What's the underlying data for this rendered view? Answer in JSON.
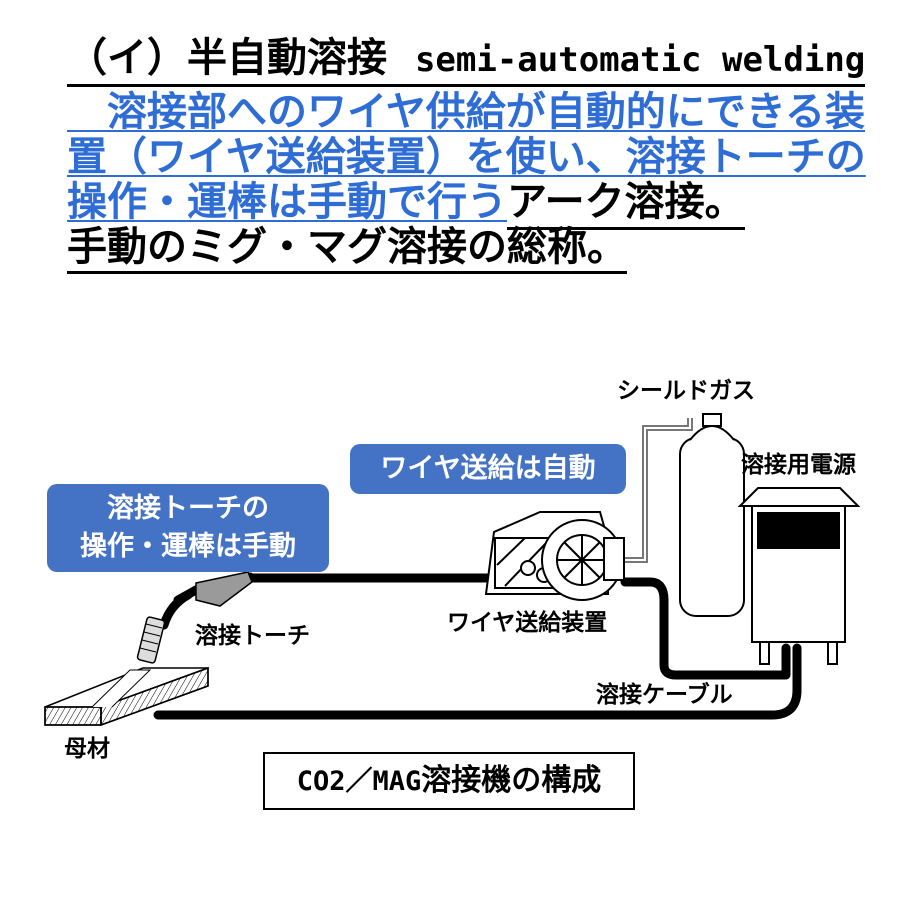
{
  "heading": {
    "label_ja": "（イ）半自動溶接",
    "label_en": "semi-automatic welding"
  },
  "definition": {
    "blue_line1": "　溶接部へのワイヤ供給が自動的にできる装",
    "blue_line2": "置（ワイヤ送給装置）を使い、溶接トーチの",
    "blue_line3": "操作・運棒は手動で行う",
    "black_tail3": "アーク溶接。",
    "line4": "手動のミグ・マグ溶接の総称。"
  },
  "diagram": {
    "shield_gas": "シールドガス",
    "wire_auto_callout": "ワイヤ送給は自動",
    "power_source": "溶接用電源",
    "torch_callout_line1": "溶接トーチの",
    "torch_callout_line2": "操作・運棒は手動",
    "torch": "溶接トーチ",
    "wire_feeder": "ワイヤ送給装置",
    "cable": "溶接ケーブル",
    "base_metal": "母材",
    "caption_prefix": "CO2／MAG",
    "caption_suffix": "溶接機の構成"
  },
  "colors": {
    "accent_blue": "#4472c4",
    "link_blue": "#2f6dd6"
  }
}
